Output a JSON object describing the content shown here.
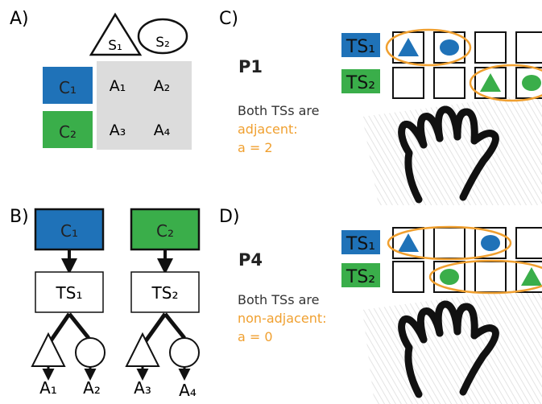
{
  "panels": {
    "a": {
      "label": "A)",
      "s1": "S₁",
      "s2": "S₂",
      "c1": "C₁",
      "c2": "C₂",
      "a1": "A₁",
      "a2": "A₂",
      "a3": "A₃",
      "a4": "A₄"
    },
    "b": {
      "label": "B)",
      "c1": "C₁",
      "c2": "C₂",
      "ts1": "TS₁",
      "ts2": "TS₂",
      "a1": "A₁",
      "a2": "A₂",
      "a3": "A₃",
      "a4": "A₄"
    },
    "c": {
      "label": "C)",
      "title": "P1",
      "ts1": "TS₁",
      "ts2": "TS₂",
      "line1": "Both TSs are",
      "line2": "adjacent:",
      "line3": "a = 2"
    },
    "d": {
      "label": "D)",
      "title": "P4",
      "ts1": "TS₁",
      "ts2": "TS₂",
      "line1": "Both TSs are",
      "line2": "non-adjacent:",
      "line3": "a = 0"
    }
  },
  "colors": {
    "blue": "#1f72b8",
    "green": "#3aae4a",
    "orange": "#f0a030",
    "gray": "#dcdcdc",
    "ink": "#1a1a1a"
  }
}
